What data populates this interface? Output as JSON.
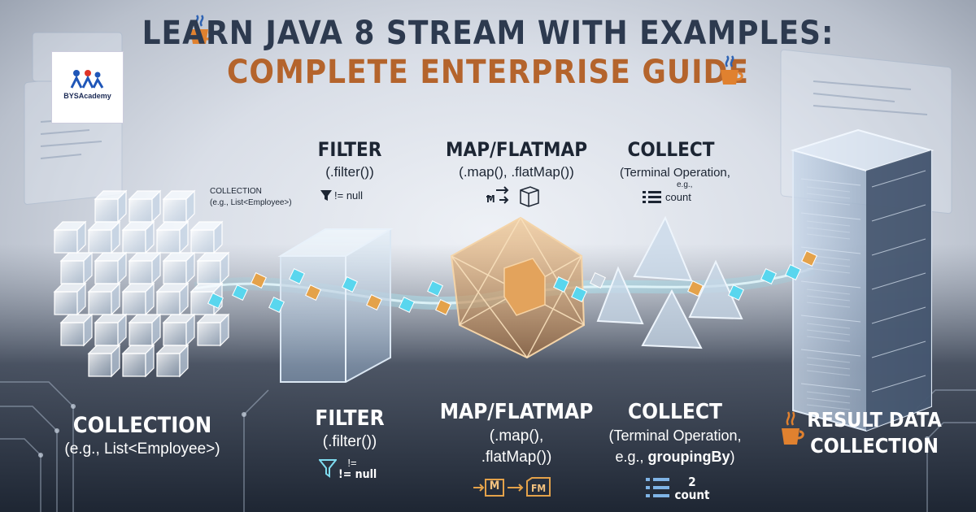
{
  "title": {
    "line1": "LEARN JAVA 8 STREAM WITH EXAMPLES:",
    "line2": "COMPLETE ENTERPRISE GUIDE"
  },
  "logo": {
    "text": "BYSAcademy"
  },
  "top_labels": {
    "collection": {
      "name": "COLLECTION",
      "example": "(e.g., List<Employee>)"
    },
    "filter": {
      "name": "FILTER",
      "method": "(.filter())",
      "condition": "!= null"
    },
    "map": {
      "name": "MAP/FLATMAP",
      "method": "(.map(), .flatMap())",
      "icon_text": "M"
    },
    "collect": {
      "name": "COLLECT",
      "method": "(Terminal Operation,",
      "example": "e.g.,",
      "icon_text": "count"
    }
  },
  "bottom_labels": {
    "collection": {
      "name": "COLLECTION",
      "example": "(e.g., List<Employee>)"
    },
    "filter": {
      "name": "FILTER",
      "method": "(.filter())",
      "cond1": "!=",
      "cond2": "!= null"
    },
    "map": {
      "name": "MAP/FLATMAP",
      "method1": "(.map(),",
      "method2": ".flatMap())",
      "icon_m": "M",
      "icon_fm": "FM"
    },
    "collect": {
      "name": "COLLECT",
      "method": "(Terminal Operation,",
      "example_prefix": "e.g., ",
      "example_bold": "groupingBy",
      "example_suffix": ")",
      "count_num": "2",
      "count_label": "count"
    },
    "result": {
      "line1": "RESULT DATA",
      "line2": "COLLECTION"
    }
  },
  "icons": [
    "java-cup-icon",
    "funnel-icon",
    "list-icon",
    "map-icon",
    "box-icon"
  ],
  "colors": {
    "navy": "#2d3a4f",
    "orange": "#b4642c",
    "cyan": "#59d6ee",
    "amber": "#e4a24a"
  }
}
